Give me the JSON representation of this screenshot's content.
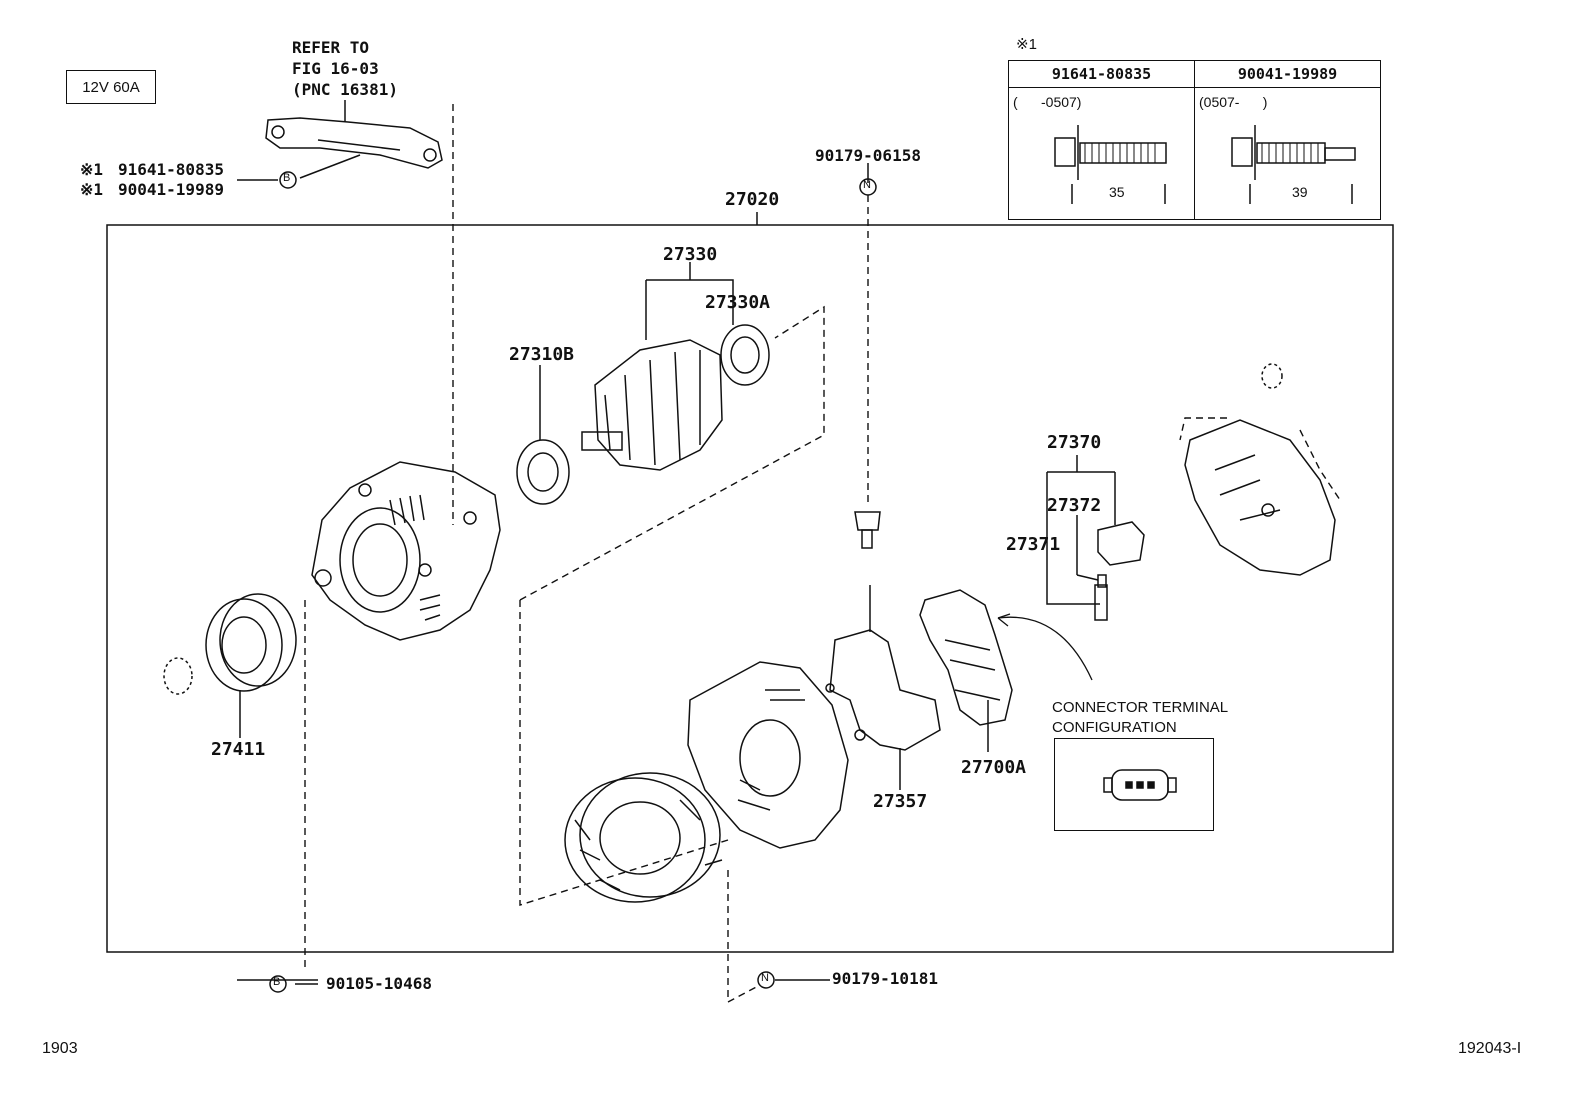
{
  "spec_box": "12V 60A",
  "refer_note": [
    "REFER TO",
    "FIG 16-03",
    "(PNC 16381)"
  ],
  "note_mark": "※1",
  "bolt_refs": [
    {
      "mark": "※1",
      "part": "91641-80835"
    },
    {
      "mark": "※1",
      "part": "90041-19989"
    }
  ],
  "callout_letters": {
    "b": "B",
    "n": "N"
  },
  "option_table": {
    "columns": [
      {
        "part": "91641-80835",
        "range": "(      -0507)",
        "length": "35"
      },
      {
        "part": "90041-19989",
        "range": "(0507-      )",
        "length": "39"
      }
    ]
  },
  "parts": {
    "assembly": "27020",
    "rotor": "27330",
    "rear_bearing": "27330A",
    "front_bearing": "27310B",
    "pulley": "27411",
    "terminal_bolt_top": "90179-06158",
    "brush_holder": "27370",
    "brush": "27372",
    "brush_spring": "27371",
    "rectifier": "27357",
    "regulator": "27700A",
    "through_bolt": "90105-10468",
    "nut_bottom": "90179-10181"
  },
  "connector": {
    "title": [
      "CONNECTOR TERMINAL",
      "CONFIGURATION"
    ]
  },
  "footer": {
    "left": "1903",
    "right": "192043-I"
  }
}
